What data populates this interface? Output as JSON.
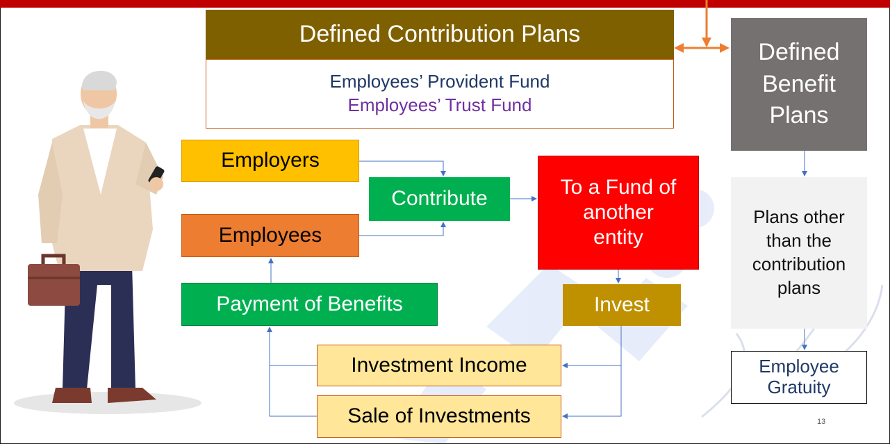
{
  "defined_contribution": {
    "title": "Defined Contribution Plans",
    "examples": [
      "Employees’ Provident Fund",
      "Employees’ Trust Fund"
    ]
  },
  "defined_benefit": {
    "title_lines": [
      "Defined",
      "Benefit",
      "Plans"
    ],
    "other_plans_lines": [
      "Plans other",
      "than the",
      "contribution",
      "plans"
    ],
    "example_lines": [
      "Employee",
      "Gratuity"
    ]
  },
  "flow": {
    "employers": "Employers",
    "employees": "Employees",
    "contribute": "Contribute",
    "fund_lines": [
      "To a Fund of",
      "another",
      "entity"
    ],
    "invest": "Invest",
    "payment": "Payment of Benefits",
    "investment_income": "Investment Income",
    "sale_of_investments": "Sale of Investments"
  },
  "slide_number": "13",
  "colors": {
    "top_bar": "#c00000",
    "dc_title_bg": "#7f6000",
    "db_title_bg": "#767171",
    "arrow_orange": "#ed7d31",
    "connector_blue": "#4472c4"
  },
  "illustration": "elderly-businessman-with-phone-and-briefcase"
}
